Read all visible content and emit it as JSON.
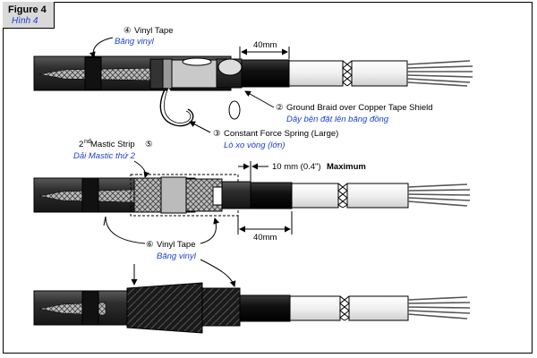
{
  "figure": {
    "label_en": "Figure 4",
    "label_vi": "Hình 4"
  },
  "top": {
    "callout_4_num": "④",
    "callout_4_en": "Vinyl Tape",
    "callout_4_vi": "Băng vinyl",
    "dim_40": "40mm",
    "callout_2_num": "②",
    "callout_2_en": "Ground Braid over Copper Tape Shield",
    "callout_2_vi": "Dây bện đặt lên băng đồng",
    "callout_3_num": "③",
    "callout_3_en": "Constant Force Spring (Large)",
    "callout_3_vi": "Lò xo vòng (lớn)"
  },
  "middle": {
    "callout_5_en_a": "2",
    "callout_5_en_sup": "nd",
    "callout_5_en_b": " Mastic Strip",
    "callout_5_num": "⑤",
    "callout_5_vi": "Dải Mastic thứ 2",
    "dim_10_a": "10 mm (0.4\")",
    "dim_10_b": "Maximum",
    "dim_40": "40mm",
    "callout_6_num": "⑥",
    "callout_6_en": "Vinyl Tape",
    "callout_6_vi": "Băng vinyl"
  },
  "colors": {
    "jacket": "#2a2a2a",
    "insulation": "#f2f2f2",
    "label_blue": "#1a3fd0",
    "figure_bg": "#d9d9d9"
  }
}
